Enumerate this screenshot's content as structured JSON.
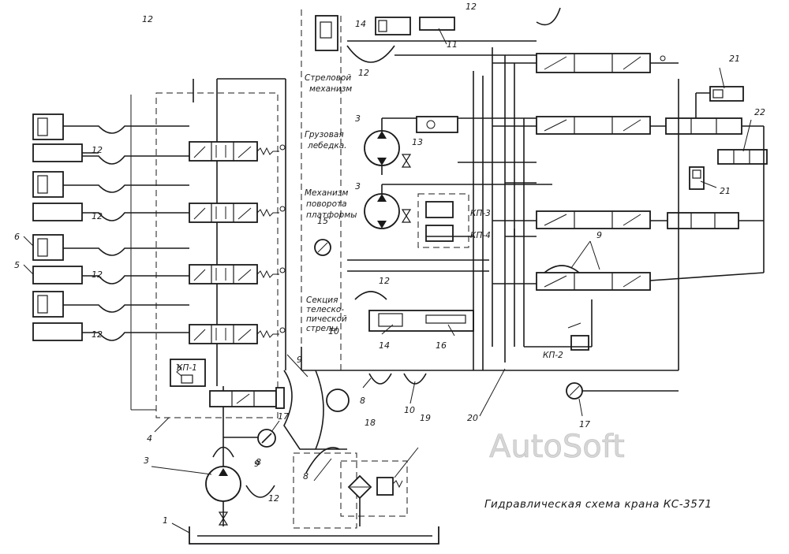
{
  "title": "Гидравлическая схема крана КС-3571",
  "watermark": "AutoSoft",
  "mechanism_labels": {
    "boom": [
      "Стреловой",
      "механизм"
    ],
    "winch": [
      "Грузовая",
      "лебедка."
    ],
    "slew": [
      "Механизм",
      "поворота",
      "платформы"
    ],
    "telescope": [
      "Секция",
      "телеско-",
      "пической",
      "стрелы"
    ]
  },
  "valve_labels": [
    "КП-1",
    "КП-2",
    "КП-3",
    "КП-4"
  ],
  "callouts": [
    "1",
    "3",
    "3",
    "3",
    "4",
    "5",
    "6",
    "8",
    "8",
    "8",
    "9",
    "9",
    "9",
    "10",
    "10",
    "11",
    "12",
    "12",
    "12",
    "12",
    "12",
    "12",
    "12",
    "12",
    "12",
    "13",
    "14",
    "14",
    "15",
    "16",
    "17",
    "17",
    "18",
    "19",
    "20",
    "21",
    "21",
    "22"
  ],
  "colors": {
    "ink": "#1a1a1a",
    "paper": "#ffffff",
    "watermark": "#d6d6d6"
  }
}
